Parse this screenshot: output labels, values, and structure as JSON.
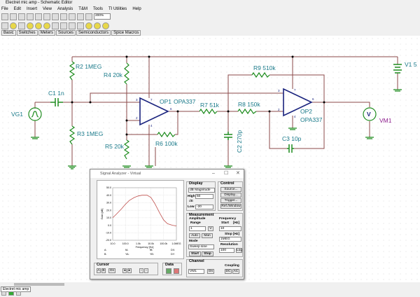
{
  "window": {
    "title": "Electret mic amp - Schematic Editor"
  },
  "menu": [
    "File",
    "Edit",
    "Insert",
    "View",
    "Analysis",
    "T&M",
    "Tools",
    "TI Utilities",
    "Help"
  ],
  "toolbar": {
    "zoom": "200%"
  },
  "component_tabs": [
    "Basic",
    "Switches",
    "Meters",
    "Sources",
    "Semiconductors",
    "Spice Macros"
  ],
  "schematic": {
    "labels": {
      "vg1": "VG1",
      "c1": "C1 1n",
      "r2": "R2 1MEG",
      "r3": "R3 1MEG",
      "r4": "R4 20k",
      "r5": "R5 20k",
      "r6": "R6 100k",
      "op1": "OP1",
      "op1_model": "OPA337",
      "r7": "R7 51k",
      "r8": "R8 150k",
      "r9": "R9 510k",
      "c2": "C2 270p",
      "c3": "C3 10p",
      "op2": "OP2",
      "op2_model": "OPA337",
      "v1": "V1 5",
      "vm1": "VM1",
      "vm_symbol": "V"
    },
    "pins": {
      "p3": "3",
      "p2": "2",
      "p7": "7",
      "p4": "4",
      "p6": "6"
    },
    "colors": {
      "wire": "#8b4a4a",
      "component": "#1e8c1e",
      "opamp": "#1a237e",
      "label": "#1a7a8a",
      "meter_label": "#8b1a8b"
    }
  },
  "analyzer": {
    "title": "Signal Analyzer - Virtual",
    "display": {
      "label": "Display",
      "mode": "dB Magnitude",
      "high_label": "High",
      "db_label": "dB",
      "high": "50",
      "low_label": "Low",
      "low": "-20"
    },
    "control": {
      "label": "Control",
      "buttons": [
        "Source...",
        "Display...",
        "Trigger...",
        "Ref./Window"
      ]
    },
    "measurement": {
      "label": "Measurement",
      "amplitude": "Amplitude",
      "range": "Range",
      "range_value": "1",
      "range_unit": "V",
      "auto": "Auto",
      "man": "Man",
      "mode_label": "Mode",
      "mode": "Sweep sine",
      "start": "Start",
      "stop": "Stop"
    },
    "frequency": {
      "label": "Frequency",
      "start_label": "Start",
      "hz1": "[Hz]",
      "start": "10",
      "stop_label": "Stop",
      "hz2": "[Hz]",
      "stop": "1MEG",
      "resolution_label": "Resolution",
      "resolution": "100",
      "log": "Log"
    },
    "cursor": {
      "label": "Cursor",
      "a": "A",
      "b": "B",
      "on": "On"
    },
    "data": {
      "label": "Data"
    },
    "channel": {
      "label": "Channel",
      "value": "VM1",
      "on": "On"
    },
    "coupling": {
      "label": "Coupling",
      "dc": "DC",
      "ac": "AC"
    },
    "readouts": [
      "A:",
      "fA:",
      "fB:",
      "DX:",
      "B:",
      "YA:",
      "YB:",
      "DY:"
    ]
  },
  "chart_data": {
    "type": "line",
    "xscale": "log",
    "xlabel": "Frequency [Hz]",
    "ylabel": "Gain [dB]",
    "xlim": [
      10,
      1000000
    ],
    "ylim": [
      -20,
      50
    ],
    "grid": true,
    "xticks": [
      "10.0",
      "100.0",
      "1.0k",
      "10.0k",
      "100.0k",
      "1.0MEG"
    ],
    "yticks": [
      "50.0",
      "40.0",
      "30.0",
      "20.0",
      "10.0",
      "0.0",
      "-10.0",
      "-20.0"
    ],
    "color": "#c0504d",
    "x": [
      10,
      20,
      50,
      100,
      200,
      500,
      1000,
      2000,
      5000,
      10000,
      20000,
      50000,
      100000,
      200000,
      500000,
      1000000
    ],
    "y": [
      10,
      15,
      22,
      28,
      33,
      37,
      39,
      40,
      40,
      37,
      29,
      16,
      7,
      2,
      0,
      -1
    ]
  },
  "status": {
    "tab": "Electret mic amp"
  }
}
